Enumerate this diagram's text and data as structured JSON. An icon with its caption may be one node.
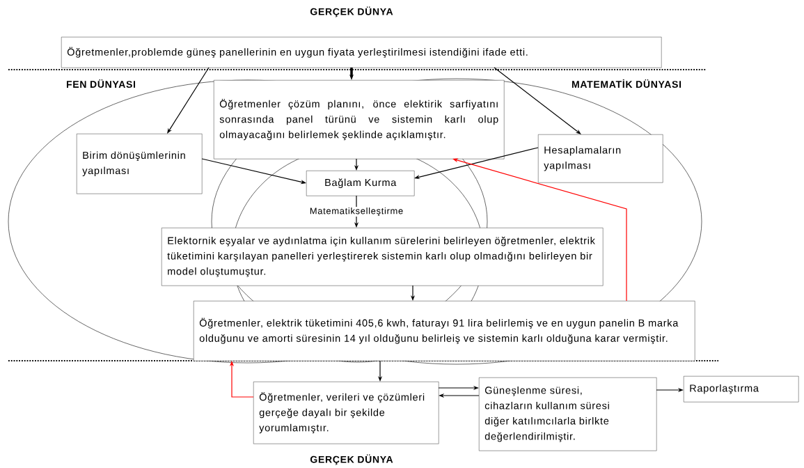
{
  "diagram": {
    "nodes": [
      {
        "text": [
          "Öğretmenler,problemde güneş panellerinin en uygun fiyata yerleştirilmesi istendiğini ifade etti."
        ]
      },
      {
        "text": [
          "Öğretmenler çözüm planını, önce elektirik sarfiyatını sonrasında panel türünü ve sistemin karlı olup olmayacağını belirlemek şeklinde açıklamıştır."
        ]
      },
      {
        "text": [
          "Birim dönüşümlerinin yapılması"
        ]
      },
      {
        "text": [
          "Hesaplamaların yapılması"
        ]
      },
      {
        "text": [
          "Bağlam Kurma"
        ]
      },
      {
        "text": [
          "Elektornik eşyalar ve aydınlatma için kullanım sürelerini belirleyen öğretmenler, elektrik tüketimini karşılayan panelleri yerleştirerek sistemin karlı olup olmadığını belirleyen bir model oluştumuştur."
        ]
      },
      {
        "text": [
          "Öğretmenler, elektrik tüketimini 405,6 kwh, faturayı 91 lira belirlemiş ve en uygun panelin B marka olduğunu ve amorti süresinin 14 yıl olduğunu belirleiş ve sistemin karlı olduğuna karar vermiştir."
        ]
      },
      {
        "text": [
          "Öğretmenler, verileri ve çözümleri gerçeğe dayalı bir şekilde yorumlamıştır."
        ]
      },
      {
        "text": [
          "Güneşlenme süresi, cihazların kullanım süresi diğer katılımcılarla birlkte değerlendirilmiştir."
        ]
      },
      {
        "text": [
          "Raporlaştırma"
        ]
      }
    ],
    "edges": [
      {
        "from": 0,
        "to": 1,
        "arrow": "to",
        "style": "thick"
      },
      {
        "from": 0,
        "to": 2,
        "arrow": "to"
      },
      {
        "from": 0,
        "to": 3,
        "arrow": "to"
      },
      {
        "from": 1,
        "to": 4,
        "arrow": "to"
      },
      {
        "from": 2,
        "to": 4,
        "arrow": "to"
      },
      {
        "from": 3,
        "to": 4,
        "arrow": "to"
      },
      {
        "from": 4,
        "to": 5,
        "arrow": "to",
        "label": "Matematikselleştirme"
      },
      {
        "from": 5,
        "to": 6,
        "arrow": "to"
      },
      {
        "from": 6,
        "to": 7,
        "arrow": "to"
      },
      {
        "from": 7,
        "to": 8,
        "arrow": "to"
      },
      {
        "from": 8,
        "to": 7,
        "arrow": "to"
      },
      {
        "from": 8,
        "to": 9,
        "arrow": "to"
      },
      {
        "from": 6,
        "to": 1,
        "arrow": "to",
        "color": "#ff0000"
      },
      {
        "from": 7,
        "to": 6,
        "arrow": "to",
        "color": "#ff0000"
      }
    ],
    "labels": [
      "GERÇEK DÜNYA",
      "FEN DÜNYASI",
      "MATEMATİK DÜNYASI",
      "GERÇEK DÜNYA"
    ]
  }
}
